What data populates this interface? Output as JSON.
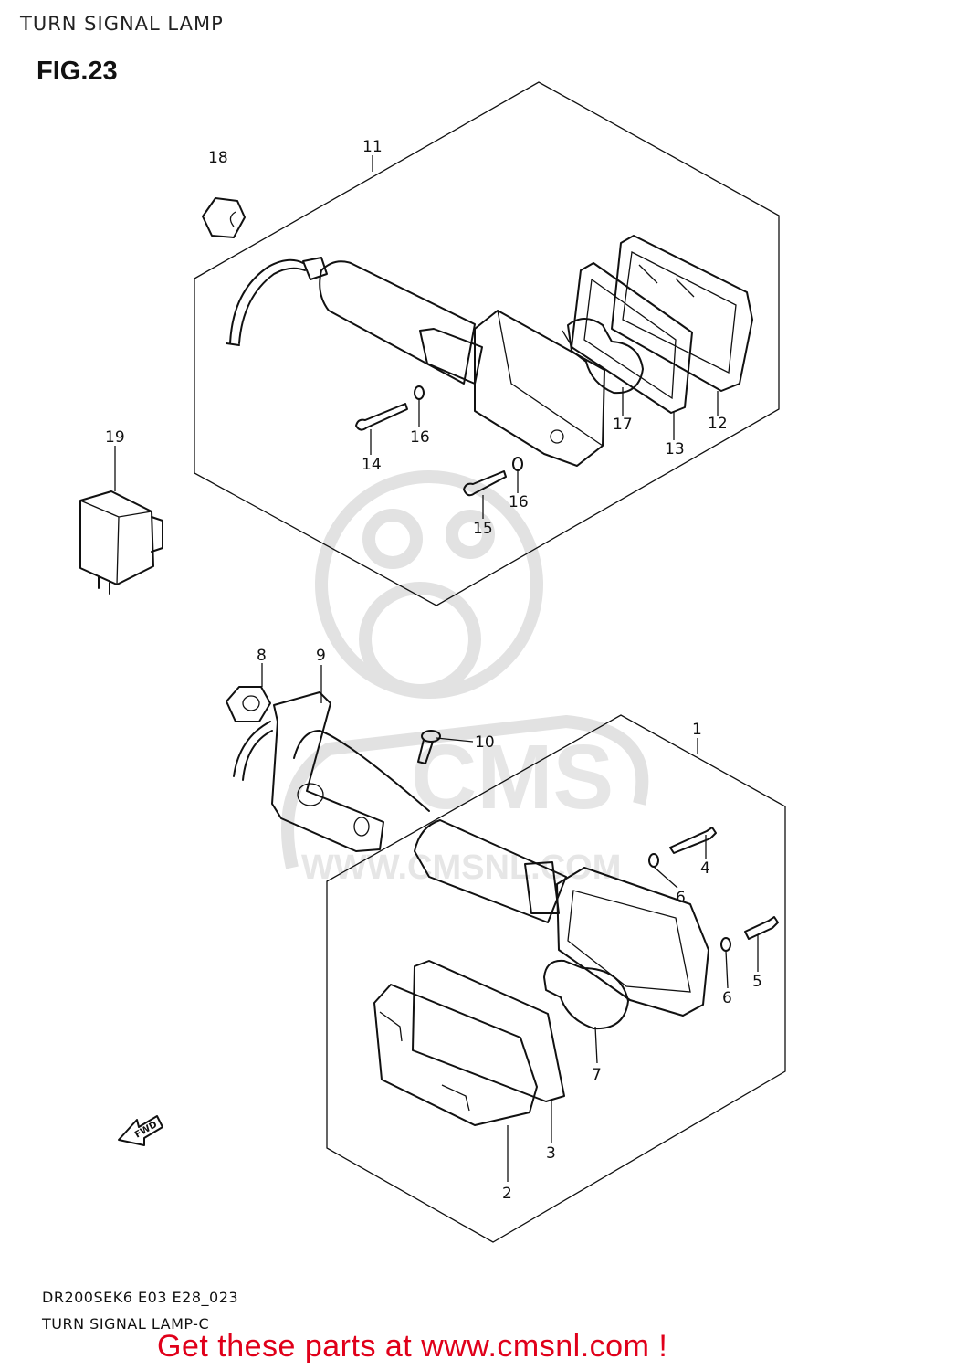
{
  "page": {
    "title": "TURN SIGNAL LAMP",
    "figure": "FIG.23",
    "model_code": "DR200SEK6 E03 E28_023",
    "figure_name": "TURN SIGNAL LAMP-C",
    "promo": "Get these parts at www.cmsnl.com !"
  },
  "watermark": {
    "brand": "CMS",
    "url": "WWW.CMSNL.COM"
  },
  "fwd_label": "FWD",
  "parts": [
    {
      "id": "1"
    },
    {
      "id": "2"
    },
    {
      "id": "3"
    },
    {
      "id": "4"
    },
    {
      "id": "5"
    },
    {
      "id": "6"
    },
    {
      "id": "6"
    },
    {
      "id": "7"
    },
    {
      "id": "8"
    },
    {
      "id": "9"
    },
    {
      "id": "10"
    },
    {
      "id": "11"
    },
    {
      "id": "12"
    },
    {
      "id": "13"
    },
    {
      "id": "14"
    },
    {
      "id": "15"
    },
    {
      "id": "16"
    },
    {
      "id": "16"
    },
    {
      "id": "17"
    },
    {
      "id": "18"
    },
    {
      "id": "19"
    }
  ],
  "colors": {
    "promo": "#e0001a",
    "line": "#111111",
    "watermark": "#e2e2e2"
  }
}
